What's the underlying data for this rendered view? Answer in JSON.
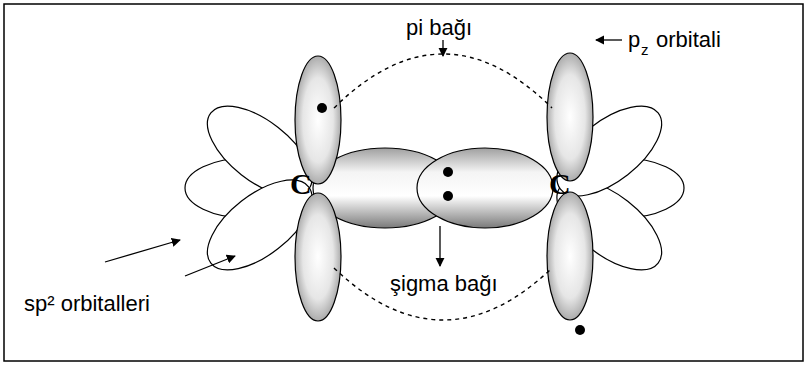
{
  "diagram": {
    "labels": [
      "pi bağı",
      "p",
      "z",
      "orbitali",
      "C",
      "C",
      "sp² orbitalleri",
      "şigma bağı"
    ]
  }
}
